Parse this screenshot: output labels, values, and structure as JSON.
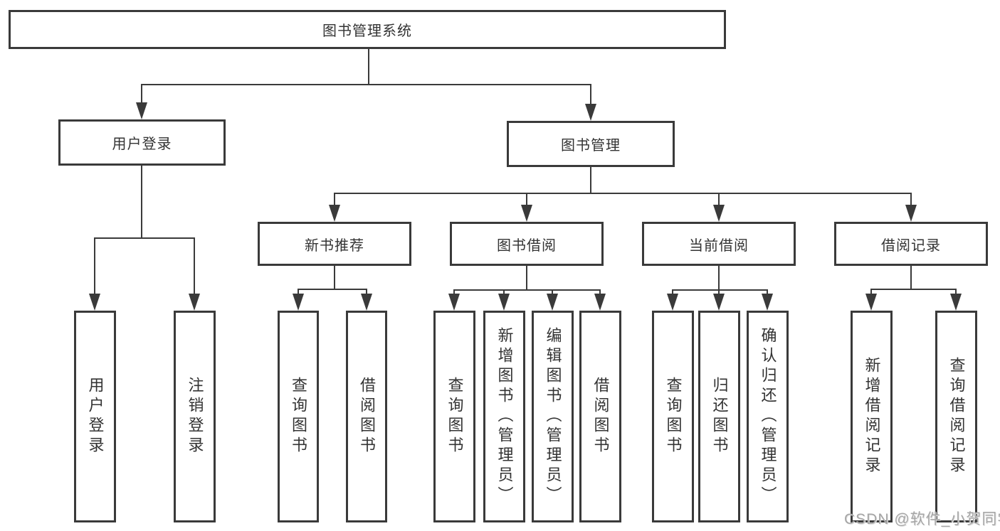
{
  "colors": {
    "line": "#3a3a3a",
    "text": "#333333",
    "watermark": "#a6a6a6"
  },
  "nodes": {
    "root": {
      "label": "图书管理系统"
    },
    "user_login": {
      "label": "用户登录"
    },
    "book_mgmt": {
      "label": "图书管理"
    },
    "new_book_rec": {
      "label": "新书推荐"
    },
    "book_borrow": {
      "label": "图书借阅"
    },
    "current_borrow": {
      "label": "当前借阅"
    },
    "borrow_records": {
      "label": "借阅记录"
    },
    "leaf_login": {
      "label": "用户登录"
    },
    "leaf_logout": {
      "label": "注销登录"
    },
    "leaf_rec_query": {
      "label": "查询图书"
    },
    "leaf_rec_borrow": {
      "label": "借阅图书"
    },
    "leaf_bb_query": {
      "label": "查询图书"
    },
    "leaf_bb_add": {
      "label": "新增图书（管理员）"
    },
    "leaf_bb_edit": {
      "label": "编辑图书（管理员）"
    },
    "leaf_bb_borrow": {
      "label": "借阅图书"
    },
    "leaf_cb_query": {
      "label": "查询图书"
    },
    "leaf_cb_return": {
      "label": "归还图书"
    },
    "leaf_cb_confirm": {
      "label": "确认归还（管理员）"
    },
    "leaf_br_add": {
      "label": "新增借阅记录"
    },
    "leaf_br_query": {
      "label": "查询借阅记录"
    }
  },
  "watermark": {
    "text": "CSDN @软件_小贺同学"
  }
}
